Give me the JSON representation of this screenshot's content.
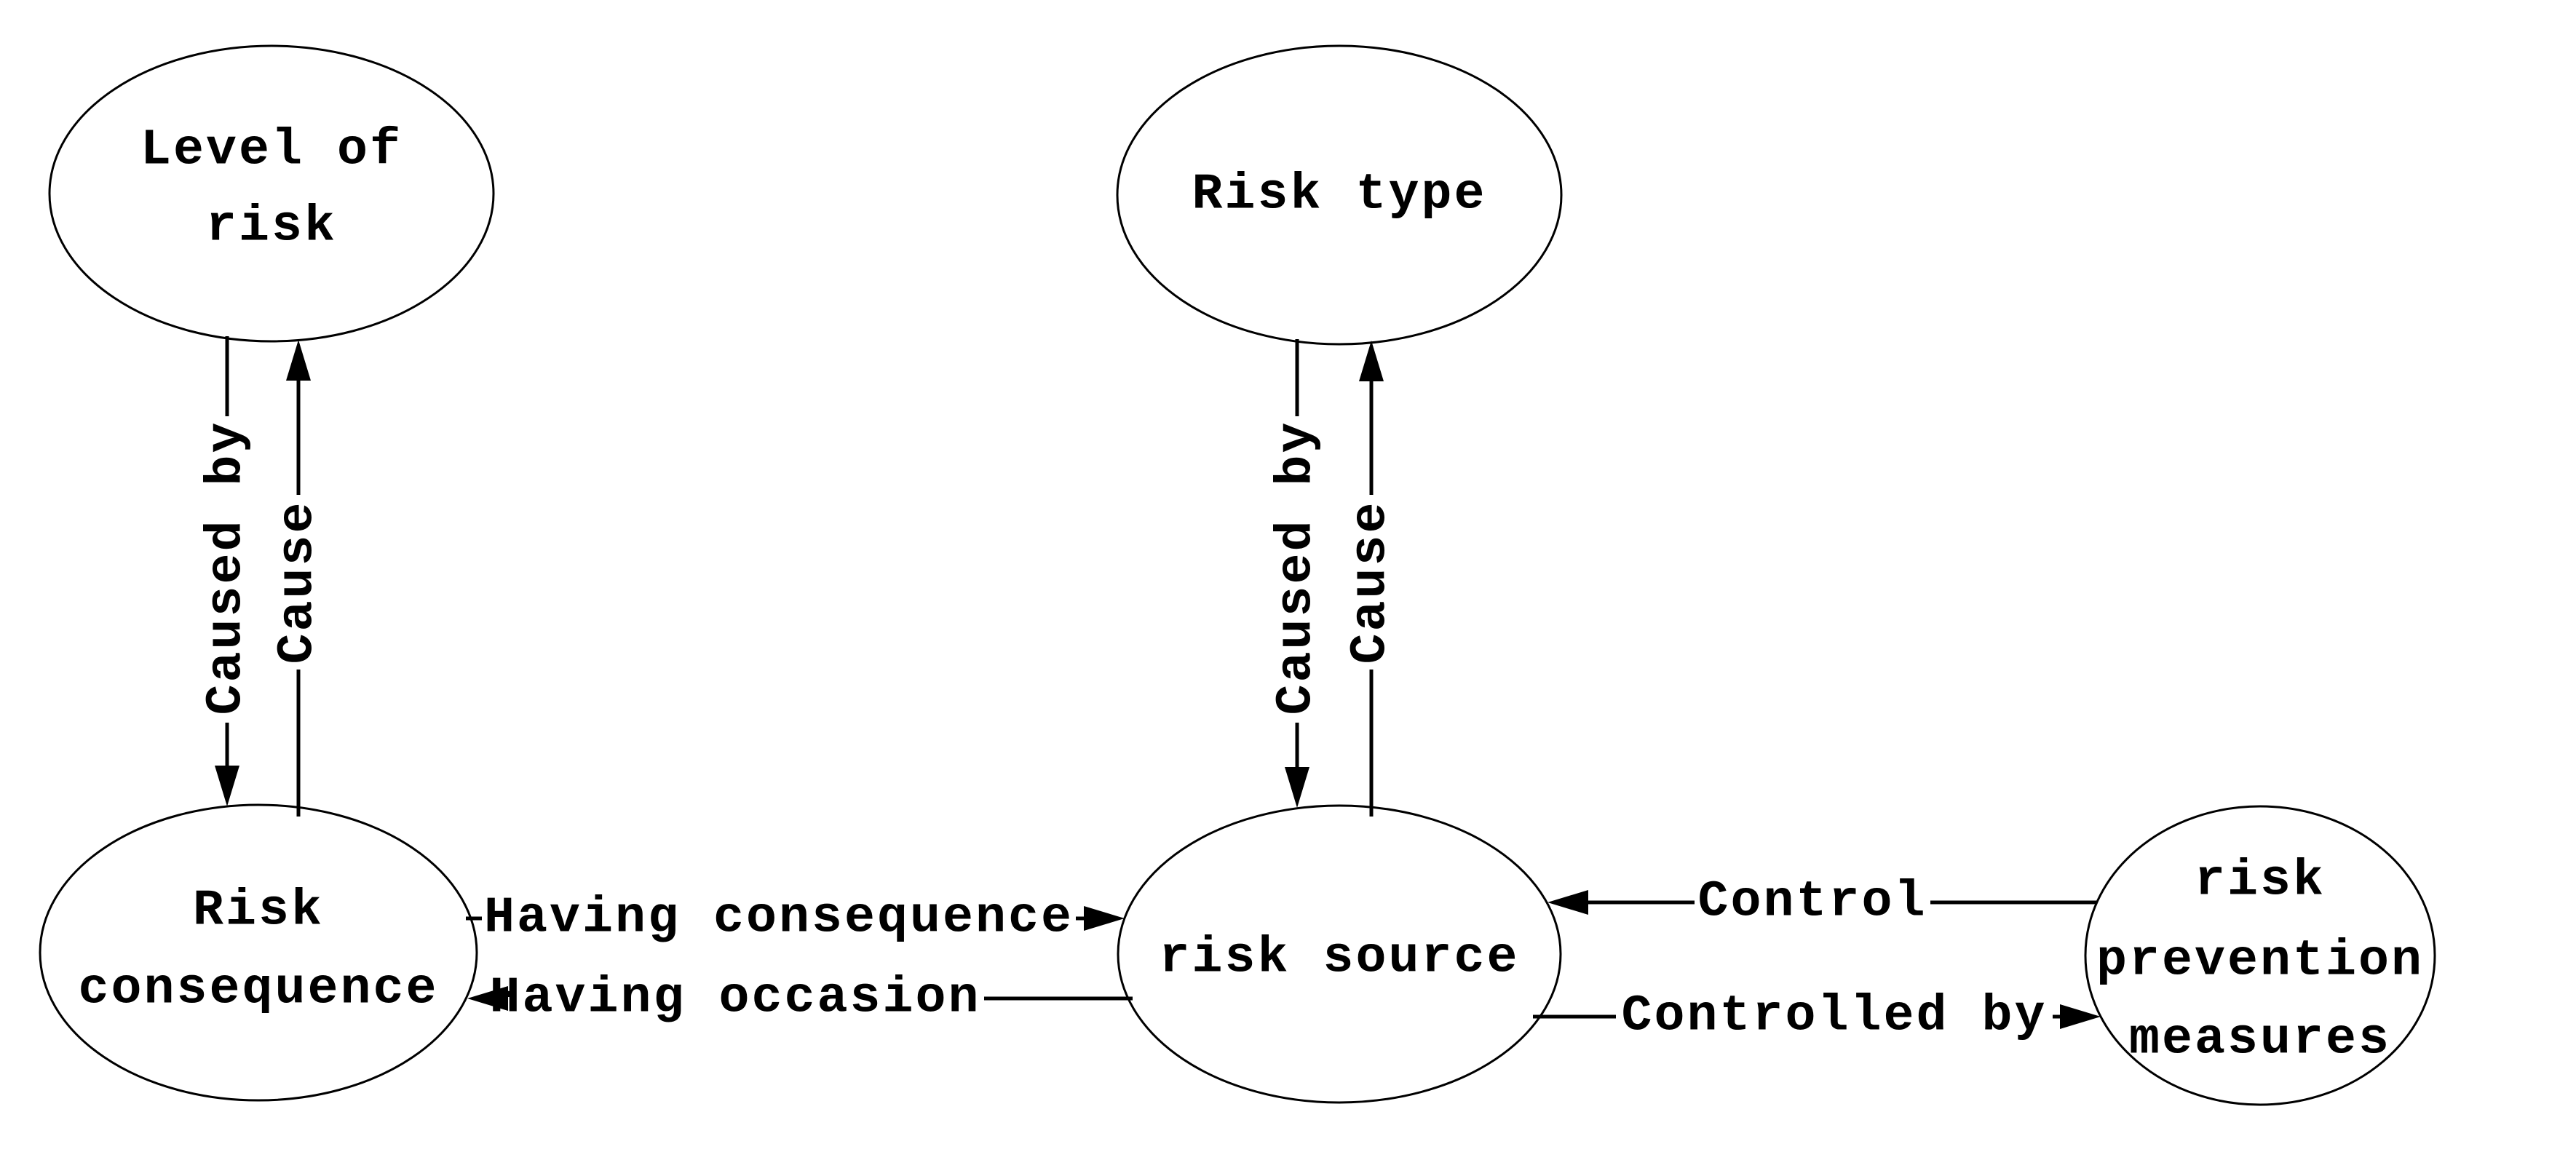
{
  "canvas": {
    "background_color": "#ffffff",
    "line_color": "#000000",
    "text_color": "#000000"
  },
  "nodes": [
    {
      "id": "level-of-risk",
      "label": "Level of risk",
      "lines": [
        "Level of",
        "risk"
      ]
    },
    {
      "id": "risk-type",
      "label": "Risk type",
      "lines": [
        "Risk type"
      ]
    },
    {
      "id": "risk-consequence",
      "label": "Risk consequence",
      "lines": [
        "Risk",
        "consequence"
      ]
    },
    {
      "id": "risk-source",
      "label": "risk source",
      "lines": [
        "risk source"
      ]
    },
    {
      "id": "risk-prevention-measures",
      "label": "risk prevention measures",
      "lines": [
        "risk",
        "prevention",
        "measures"
      ]
    }
  ],
  "edges": [
    {
      "from": "level-of-risk",
      "to": "risk-consequence",
      "label": "Caused by",
      "direction": "down"
    },
    {
      "from": "risk-consequence",
      "to": "level-of-risk",
      "label": "Cause",
      "direction": "up"
    },
    {
      "from": "risk-type",
      "to": "risk-source",
      "label": "Caused by",
      "direction": "down"
    },
    {
      "from": "risk-source",
      "to": "risk-type",
      "label": "Cause",
      "direction": "up"
    },
    {
      "from": "risk-consequence",
      "to": "risk-source",
      "label": "Having consequence",
      "direction": "right"
    },
    {
      "from": "risk-source",
      "to": "risk-consequence",
      "label": "Having occasion",
      "direction": "left"
    },
    {
      "from": "risk-prevention-measures",
      "to": "risk-source",
      "label": "Control",
      "direction": "left"
    },
    {
      "from": "risk-source",
      "to": "risk-prevention-measures",
      "label": "Controlled by",
      "direction": "right"
    }
  ]
}
